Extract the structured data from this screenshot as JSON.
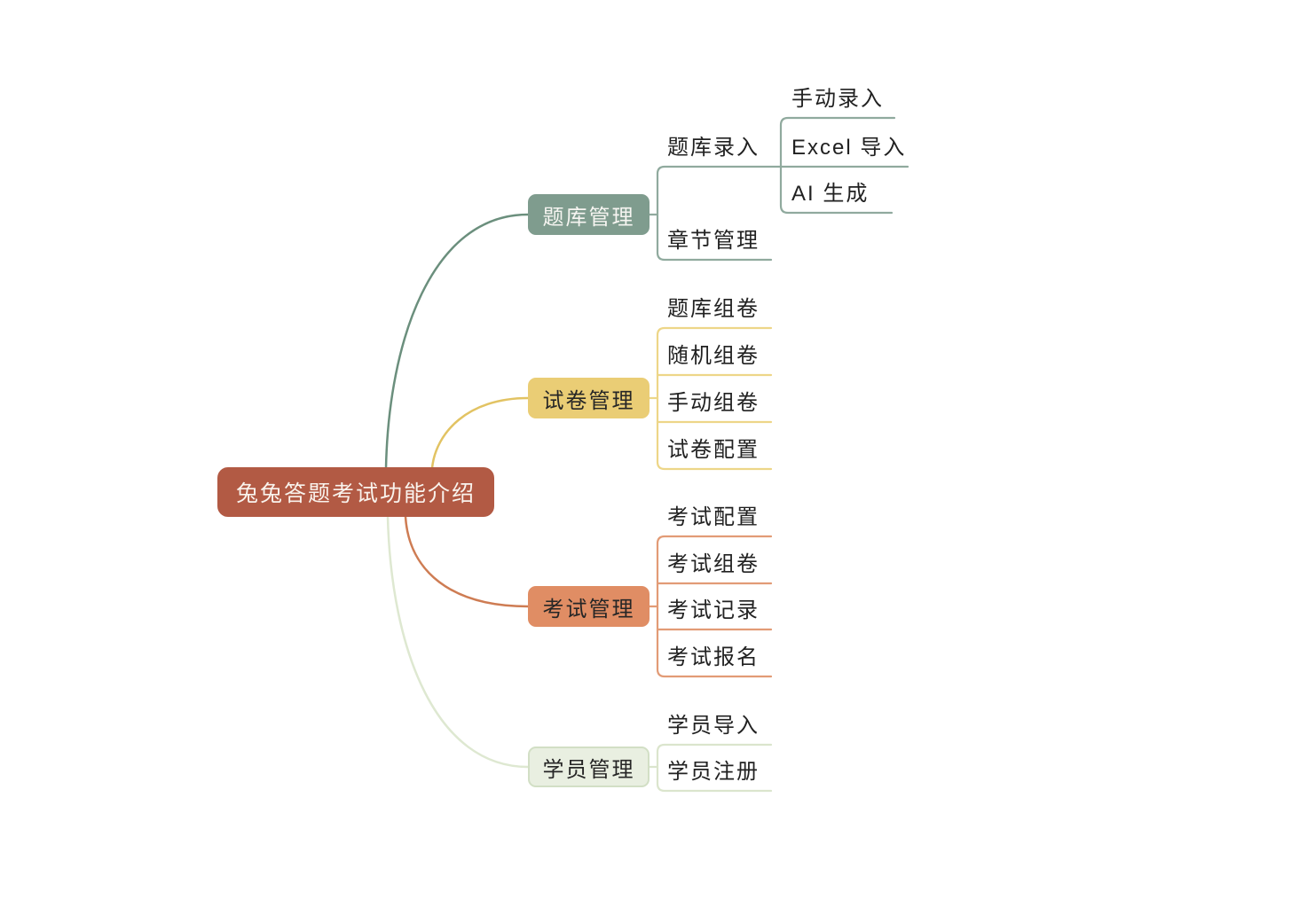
{
  "diagram": {
    "type": "mindmap",
    "background": "#ffffff",
    "root": {
      "label": "兔兔答题考试功能介绍",
      "colors": {
        "fill": "#b25a44",
        "text": "#f9f3ed"
      }
    },
    "branches": [
      {
        "label": "题库管理",
        "colors": {
          "fill": "#7f9c8e",
          "text": "#f6f5f1",
          "line": "#90aa9e",
          "curve": "#6b8f7d"
        },
        "children": [
          {
            "label": "题库录入",
            "children": [
              {
                "label": "手动录入"
              },
              {
                "label": "Excel 导入"
              },
              {
                "label": "AI 生成"
              }
            ]
          },
          {
            "label": "章节管理"
          }
        ]
      },
      {
        "label": "试卷管理",
        "colors": {
          "fill": "#eacd75",
          "text": "#262626",
          "line": "#edd688",
          "curve": "#e2c363"
        },
        "children": [
          {
            "label": "题库组卷"
          },
          {
            "label": "随机组卷"
          },
          {
            "label": "手动组卷"
          },
          {
            "label": "试卷配置"
          }
        ]
      },
      {
        "label": "考试管理",
        "colors": {
          "fill": "#e08d64",
          "text": "#262626",
          "line": "#e29b76",
          "curve": "#ce7c53"
        },
        "children": [
          {
            "label": "考试配置"
          },
          {
            "label": "考试组卷"
          },
          {
            "label": "考试记录"
          },
          {
            "label": "考试报名"
          }
        ]
      },
      {
        "label": "学员管理",
        "colors": {
          "fill": "#e9efe1",
          "text": "#262626",
          "border": "#d2dfc5",
          "line": "#dbe5cd",
          "curve": "#dee8d1"
        },
        "children": [
          {
            "label": "学员导入"
          },
          {
            "label": "学员注册"
          }
        ]
      }
    ]
  }
}
